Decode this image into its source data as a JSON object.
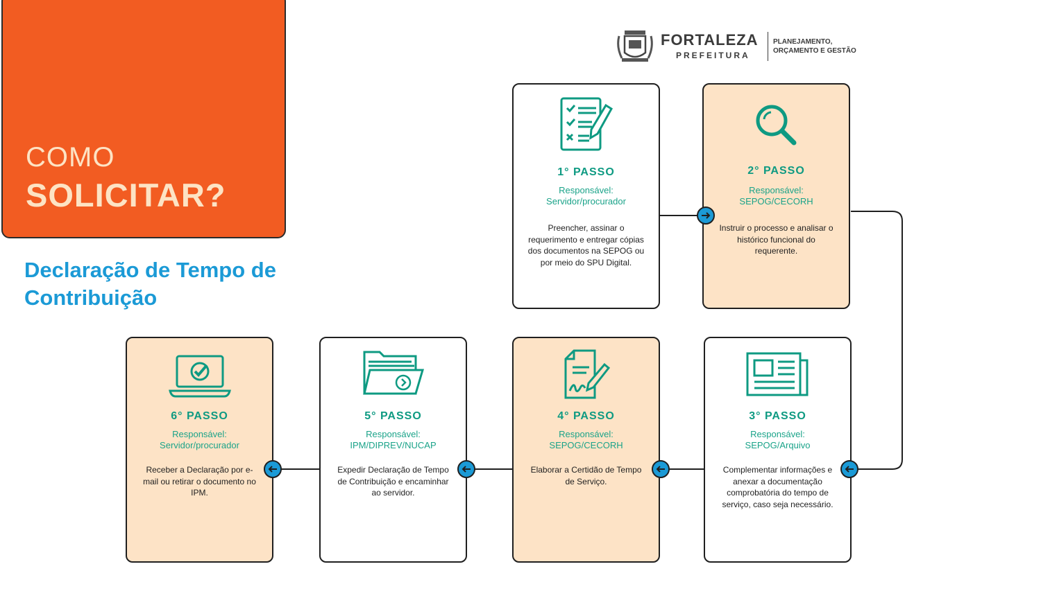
{
  "hero": {
    "line1": "COMO",
    "line2": "SOLICITAR?"
  },
  "subtitle": "Declaração de Tempo de Contribuição",
  "logo": {
    "title": "FORTALEZA",
    "subtitle": "PREFEITURA",
    "dept_line1": "PLANEJAMENTO,",
    "dept_line2": "ORÇAMENTO E GESTÃO",
    "icon": "city-crest-icon"
  },
  "colors": {
    "hero_bg": "#f25c22",
    "hero_text": "#fde3c4",
    "subtitle": "#1b9ad6",
    "step_title": "#0e9a82",
    "peach_card": "#fde3c6",
    "node": "#1b9ad6"
  },
  "steps": [
    {
      "title": "1° PASSO",
      "resp_label": "Responsável:",
      "resp_value": "Servidor/procurador",
      "desc": "Preencher, assinar o requerimento e entregar cópias dos documentos na SEPOG ou por meio do SPU Digital.",
      "icon": "checklist-pencil-icon"
    },
    {
      "title": "2° PASSO",
      "resp_label": "Responsável:",
      "resp_value": "SEPOG/CECORH",
      "desc": "Instruir o processo e analisar o histórico funcional do requerente.",
      "icon": "magnifier-icon"
    },
    {
      "title": "3° PASSO",
      "resp_label": "Responsável:",
      "resp_value": "SEPOG/Arquivo",
      "desc": "Complementar informações e anexar a documentação comprobatória do tempo de serviço, caso seja necessário.",
      "icon": "newspaper-icon"
    },
    {
      "title": "4° PASSO",
      "resp_label": "Responsável:",
      "resp_value": "SEPOG/CECORH",
      "desc": "Elaborar a Certidão de Tempo de Serviço.",
      "icon": "signed-document-icon"
    },
    {
      "title": "5° PASSO",
      "resp_label": "Responsável:",
      "resp_value": "IPM/DIPREV/NUCAP",
      "desc": "Expedir Declaração de Tempo de Contribuição e encaminhar ao servidor.",
      "icon": "folder-arrow-icon"
    },
    {
      "title": "6° PASSO",
      "resp_label": "Responsável:",
      "resp_value": "Servidor/procurador",
      "desc": "Receber a Declaração por e-mail ou retirar o documento no IPM.",
      "icon": "laptop-check-icon"
    }
  ]
}
